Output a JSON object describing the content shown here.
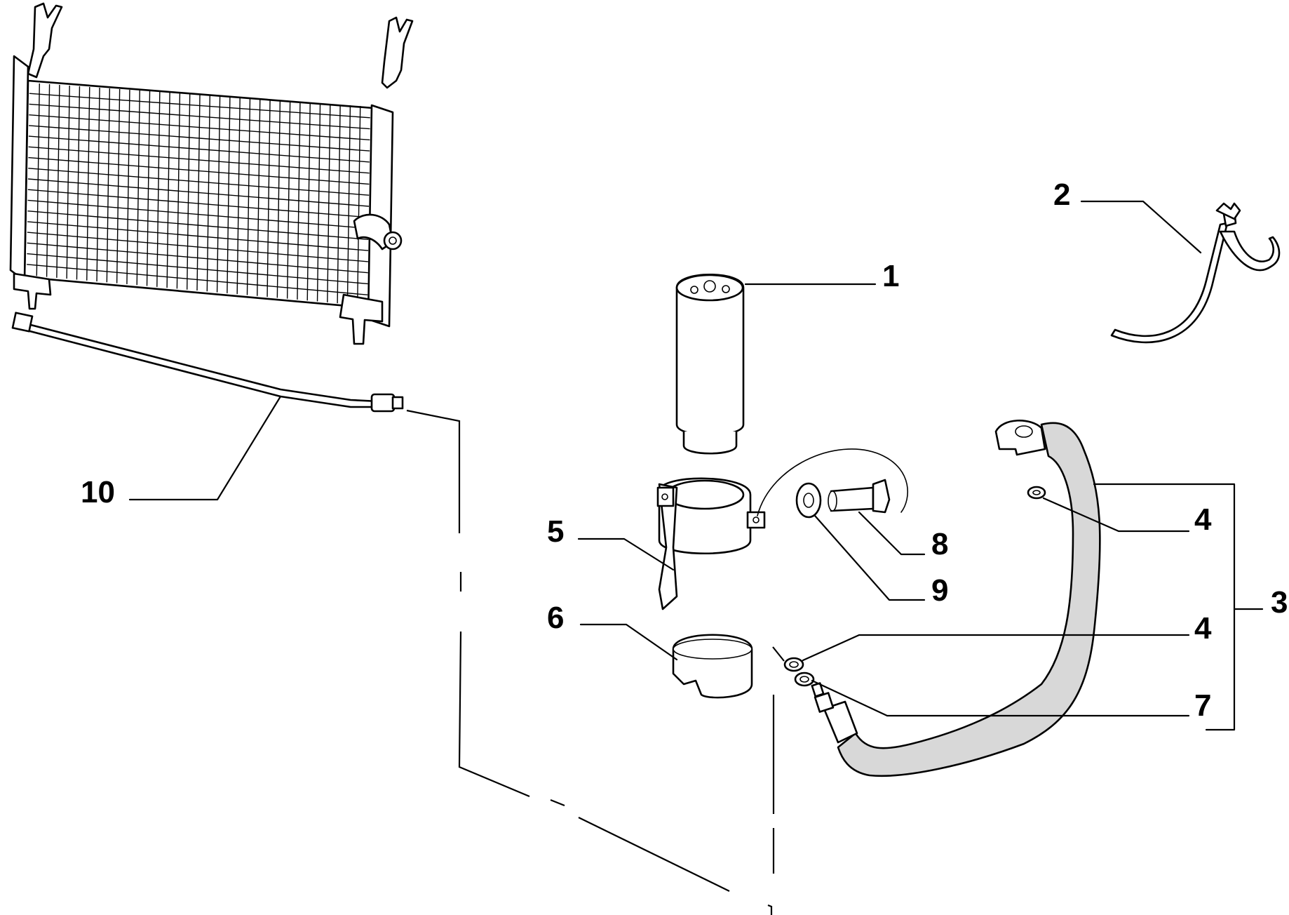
{
  "callouts": {
    "c1": "1",
    "c2": "2",
    "c3": "3",
    "c4a": "4",
    "c4b": "4",
    "c5": "5",
    "c6": "6",
    "c7": "7",
    "c8": "8",
    "c9": "9",
    "c10": "10"
  },
  "colors": {
    "line": "#000000",
    "background": "#ffffff",
    "hose_fill": "#d8d8d8"
  }
}
